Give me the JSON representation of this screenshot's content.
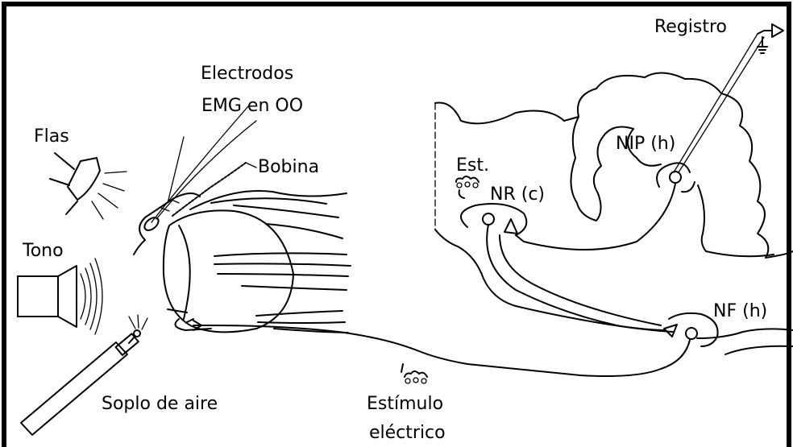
{
  "labels": {
    "registro": "Registro",
    "electrodos_1": "Electrodos",
    "electrodos_2": "EMG en OO",
    "flas": "Flas",
    "bobina": "Bobina",
    "tono": "Tono",
    "soplo": "Soplo de aire",
    "nip": "NIP (h)",
    "est": "Est.",
    "nr": "NR (c)",
    "nf": "NF (h)",
    "estimulo_1": "Estímulo",
    "estimulo_2": "eléctrico"
  }
}
